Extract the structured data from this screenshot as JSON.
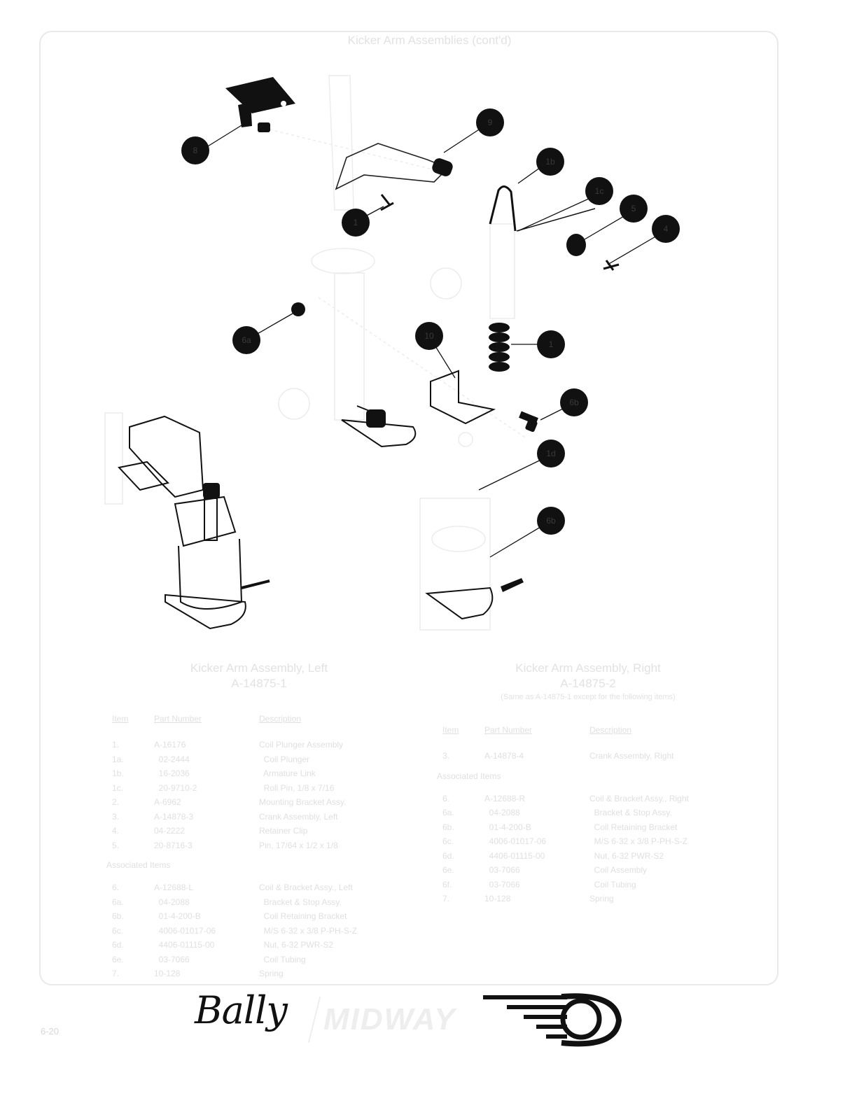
{
  "page": {
    "title": "Kicker Arm Assemblies (cont'd)",
    "page_number": "6-20"
  },
  "callouts": [
    "8",
    "9",
    "1",
    "1b",
    "1c",
    "5",
    "4",
    "6a",
    "10",
    "1",
    "6b",
    "1d",
    "6b"
  ],
  "left": {
    "title": "Kicker Arm Assembly, Left",
    "number": "A-14875-1",
    "headers": {
      "item": "Item",
      "part": "Part Number",
      "desc": "Description"
    },
    "rows": [
      {
        "item": "1.",
        "part": "A-16176",
        "desc": "Coil Plunger Assembly"
      },
      {
        "item": "1a.",
        "part": "  02-2444",
        "desc": "  Coil Plunger"
      },
      {
        "item": "1b.",
        "part": "  16-2036",
        "desc": "  Armature Link"
      },
      {
        "item": "1c.",
        "part": "  20-9710-2",
        "desc": "  Roll Pin, 1/8 x 7/16"
      },
      {
        "item": "2.",
        "part": "A-6962",
        "desc": "Mounting Bracket Assy."
      },
      {
        "item": "3.",
        "part": "A-14878-3",
        "desc": "Crank Assembly, Left"
      },
      {
        "item": "4.",
        "part": "04-2222",
        "desc": "Retainer Clip"
      },
      {
        "item": "5.",
        "part": "20-8716-3",
        "desc": "Pin, 17/64 x 1/2 x 1/8"
      }
    ],
    "assoc_label": "Associated Items",
    "assoc_rows": [
      {
        "item": "6.",
        "part": "A-12688-L",
        "desc": "Coil & Bracket Assy., Left"
      },
      {
        "item": "6a.",
        "part": "  04-2088",
        "desc": "  Bracket & Stop Assy."
      },
      {
        "item": "6b.",
        "part": "  01-4-200-B",
        "desc": "  Coil Retaining Bracket"
      },
      {
        "item": "6c.",
        "part": "  4006-01017-06",
        "desc": "  M/S 6-32 x 3/8 P-PH-S-Z"
      },
      {
        "item": "6d.",
        "part": "  4406-01115-00",
        "desc": "  Nut, 6-32 PWR-S2"
      },
      {
        "item": "6e.",
        "part": "  03-7066",
        "desc": "  Coil Tubing"
      },
      {
        "item": "7.",
        "part": "10-128",
        "desc": "Spring"
      }
    ]
  },
  "right": {
    "title": "Kicker Arm Assembly, Right",
    "number": "A-14875-2",
    "subtitle": "(Same as A-14875-1 except for the following items)",
    "headers": {
      "item": "Item",
      "part": "Part Number",
      "desc": "Description"
    },
    "rows": [
      {
        "item": "3.",
        "part": "A-14878-4",
        "desc": "Crank Assembly, Right"
      }
    ],
    "assoc_label": "Associated Items",
    "assoc_rows": [
      {
        "item": "6.",
        "part": "A-12688-R",
        "desc": "Coil & Bracket Assy., Right"
      },
      {
        "item": "6a.",
        "part": "  04-2088",
        "desc": "  Bracket & Stop Assy."
      },
      {
        "item": "6b.",
        "part": "  01-4-200-B",
        "desc": "  Coil Retaining Bracket"
      },
      {
        "item": "6c.",
        "part": "  4006-01017-06",
        "desc": "  M/S 6-32 x 3/8 P-PH-S-Z"
      },
      {
        "item": "6d.",
        "part": "  4406-01115-00",
        "desc": "  Nut, 6-32 PWR-S2"
      },
      {
        "item": "6e.",
        "part": "  03-7066",
        "desc": "  Coil Assembly"
      },
      {
        "item": "6f.",
        "part": "  03-7066",
        "desc": "  Coil Tubing"
      },
      {
        "item": "7.",
        "part": "10-128",
        "desc": "Spring"
      }
    ]
  },
  "logo": {
    "brand1": "Bally",
    "brand2": "MIDWAY"
  }
}
